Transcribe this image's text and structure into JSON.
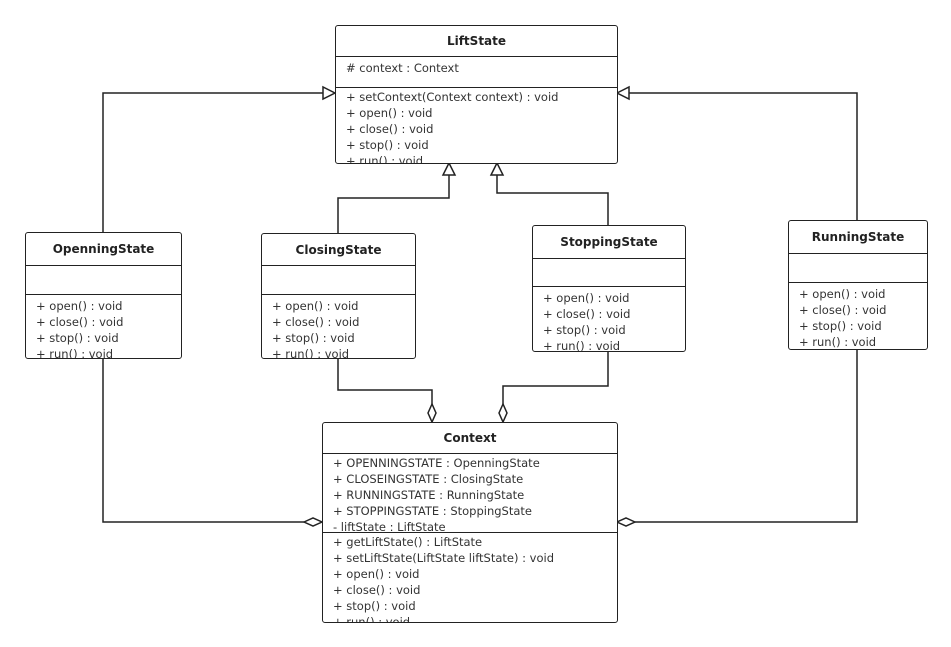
{
  "diagram": {
    "classes": [
      {
        "id": "liftstate",
        "name": "LiftState",
        "attributes": [
          "# context : Context"
        ],
        "methods": [
          "+ setContext(Context context) : void",
          "+ open() : void",
          "+ close() : void",
          "+ stop() : void",
          "+ run() : void"
        ]
      },
      {
        "id": "openningstate",
        "name": "OpenningState",
        "attributes": [],
        "methods": [
          "+ open() : void",
          "+ close() : void",
          "+ stop() : void",
          "+ run() : void"
        ]
      },
      {
        "id": "closingstate",
        "name": "ClosingState",
        "attributes": [],
        "methods": [
          "+ open() : void",
          "+ close() : void",
          "+ stop() : void",
          "+ run() : void"
        ]
      },
      {
        "id": "stoppingstate",
        "name": "StoppingState",
        "attributes": [],
        "methods": [
          "+ open() : void",
          "+ close() : void",
          "+ stop() : void",
          "+ run() : void"
        ]
      },
      {
        "id": "runningstate",
        "name": "RunningState",
        "attributes": [],
        "methods": [
          "+ open() : void",
          "+ close() : void",
          "+ stop() : void",
          "+ run() : void"
        ]
      },
      {
        "id": "context",
        "name": "Context",
        "attributes": [
          "+ OPENNINGSTATE : OpenningState",
          "+ CLOSEINGSTATE : ClosingState",
          "+ RUNNINGSTATE : RunningState",
          "+ STOPPINGSTATE : StoppingState",
          "- liftState : LiftState"
        ],
        "methods": [
          "+ getLiftState() : LiftState",
          "+ setLiftState(LiftState liftState) : void",
          "+ open() : void",
          "+ close() : void",
          "+ stop() : void",
          "+ run() : void"
        ]
      }
    ],
    "relations": [
      {
        "type": "generalization",
        "from": "OpenningState",
        "to": "LiftState"
      },
      {
        "type": "generalization",
        "from": "ClosingState",
        "to": "LiftState"
      },
      {
        "type": "generalization",
        "from": "StoppingState",
        "to": "LiftState"
      },
      {
        "type": "generalization",
        "from": "RunningState",
        "to": "LiftState"
      },
      {
        "type": "aggregation",
        "from": "OpenningState",
        "to": "Context"
      },
      {
        "type": "aggregation",
        "from": "ClosingState",
        "to": "Context"
      },
      {
        "type": "aggregation",
        "from": "StoppingState",
        "to": "Context"
      },
      {
        "type": "aggregation",
        "from": "RunningState",
        "to": "Context"
      }
    ]
  }
}
